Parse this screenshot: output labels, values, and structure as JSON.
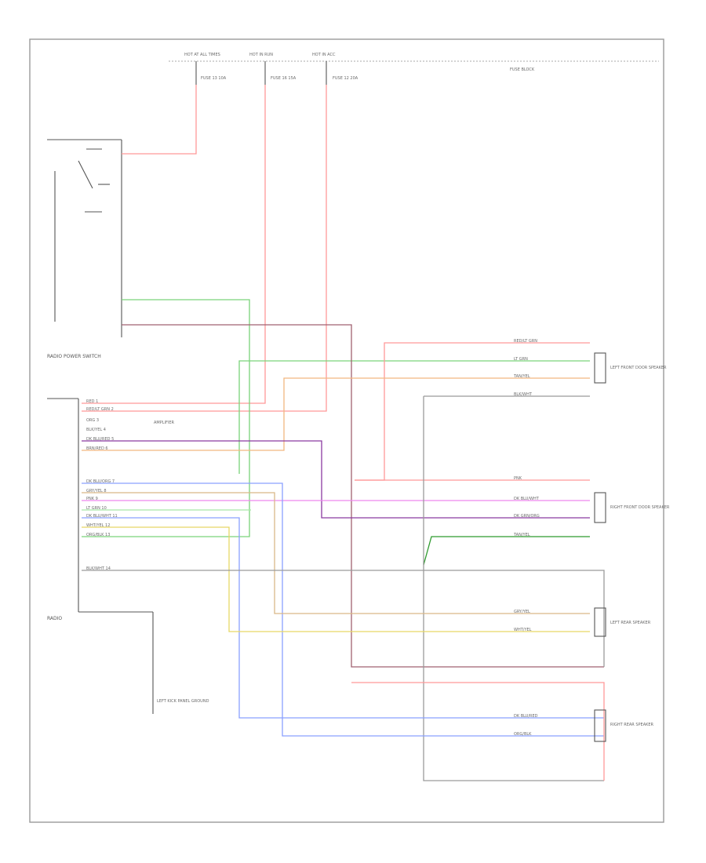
{
  "colors": {
    "frame": "#9a9a9a",
    "device": "#555555",
    "red": "#ff9999",
    "green": "#7ad37a",
    "dark_green": "#2e9a2e",
    "blue": "#8aa0ff",
    "purple": "#8a3aa0",
    "pink": "#ee88ee",
    "orange": "#f2b880",
    "tan": "#d9b888",
    "yellow": "#e6d866",
    "light_green": "#a8e8a8",
    "gray": "#9a9a9a",
    "maroon": "#a06070"
  },
  "components": {
    "fuse_box_label": "FUSE BLOCK",
    "radio_switch_label": "RADIO POWER SWITCH",
    "amplifier_label": "AMPLIFIER",
    "radio_label": "RADIO",
    "left_front_speaker": "LEFT FRONT DOOR SPEAKER",
    "right_front_speaker": "RIGHT FRONT DOOR SPEAKER",
    "left_rear_speaker": "LEFT REAR SPEAKER",
    "right_rear_speaker": "RIGHT REAR SPEAKER",
    "ground_label": "LEFT KICK PANEL GROUND"
  },
  "fuses": [
    {
      "name": "HOT AT ALL TIMES",
      "fuse": "FUSE 13 10A"
    },
    {
      "name": "HOT IN RUN",
      "fuse": "FUSE 16 15A"
    },
    {
      "name": "HOT IN ACC",
      "fuse": "FUSE 12 20A"
    }
  ],
  "radio_pins": [
    {
      "label": "RED",
      "pin": "1"
    },
    {
      "label": "RED/LT GRN",
      "pin": "2"
    },
    {
      "label": "ORG",
      "pin": "3"
    },
    {
      "label": "BLK/YEL",
      "pin": "4"
    },
    {
      "label": "DK BLU/RED",
      "pin": "5"
    },
    {
      "label": "BRN/RED",
      "pin": "6"
    },
    {
      "label": "DK BLU/ORG",
      "pin": "7"
    },
    {
      "label": "GRY/YEL",
      "pin": "8"
    },
    {
      "label": "PNK",
      "pin": "9"
    },
    {
      "label": "LT GRN",
      "pin": "10"
    },
    {
      "label": "DK BLU/WHT",
      "pin": "11"
    },
    {
      "label": "WHT/YEL",
      "pin": "12"
    },
    {
      "label": "ORG/BLK",
      "pin": "13"
    },
    {
      "label": "BLK/WHT",
      "pin": "14"
    }
  ],
  "speaker_wires": [
    "RED/LT GRN",
    "LT GRN",
    "TAN/YEL",
    "BLK/WHT",
    "PNK",
    "DK BLU/WHT",
    "DK GRN/ORG",
    "TAN/YEL",
    "GRY/YEL",
    "WHT/YEL",
    "DK BLU/RED",
    "ORG/BLK"
  ]
}
